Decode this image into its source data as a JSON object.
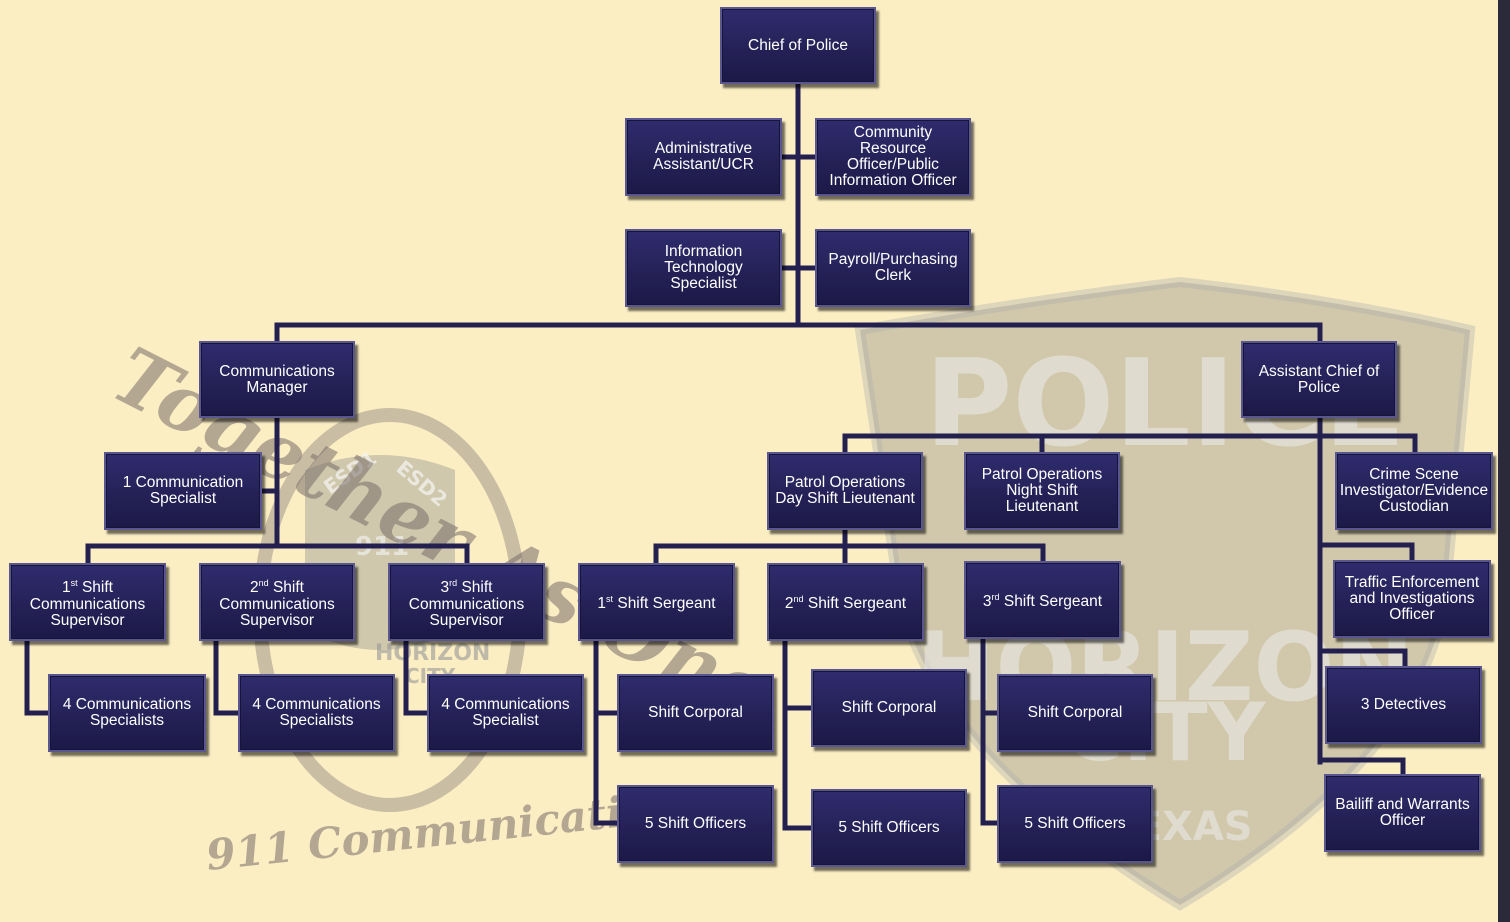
{
  "org_chart": {
    "nodes": {
      "chief": "Chief of Police",
      "admin_assistant": "Administrative\nAssistant/UCR",
      "community_resource": "Community Resource\nOfficer/Public\nInformation Officer",
      "it_specialist": "Information\nTechnology\nSpecialist",
      "payroll": "Payroll/Purchasing\nClerk",
      "comm_manager": "Communications\nManager",
      "asst_chief": "Assistant Chief of\nPolice",
      "comm_specialist": "1 Communication\nSpecialist",
      "shift1_sup": "1st Shift\nCommunications\nSupervisor",
      "shift2_sup": "2nd Shift\nCommunications\nSupervisor",
      "shift3_sup": "3rd Shift\nCommunications\nSupervisor",
      "shift1_specs": "4 Communications\nSpecialists",
      "shift2_specs": "4 Communications\nSpecialists",
      "shift3_specs": "4 Communications\nSpecialist",
      "patrol_day": "Patrol Operations\nDay Shift Lieutenant",
      "patrol_night": "Patrol Operations\nNight Shift Lieutenant",
      "crime_scene": "Crime Scene\nInvestigator/Evidence\nCustodian",
      "traffic": "Traffic Enforcement\nand Investigations\nOfficer",
      "detectives": "3 Detectives",
      "bailiff": "Bailiff and Warrants\nOfficer",
      "sgt1": "1st Shift Sergeant",
      "sgt2": "2nd Shift Sergeant",
      "sgt3": "3rd Shift Sergeant",
      "corporal1": "Shift Corporal",
      "corporal2": "Shift Corporal",
      "corporal3": "Shift Corporal",
      "officers1": "5 Shift Officers",
      "officers2": "5 Shift Officers",
      "officers3": "5 Shift Officers"
    },
    "edges": [
      [
        "chief",
        "admin_assistant"
      ],
      [
        "chief",
        "community_resource"
      ],
      [
        "chief",
        "it_specialist"
      ],
      [
        "chief",
        "payroll"
      ],
      [
        "chief",
        "comm_manager"
      ],
      [
        "chief",
        "asst_chief"
      ],
      [
        "comm_manager",
        "comm_specialist"
      ],
      [
        "comm_manager",
        "shift1_sup"
      ],
      [
        "comm_manager",
        "shift2_sup"
      ],
      [
        "comm_manager",
        "shift3_sup"
      ],
      [
        "shift1_sup",
        "shift1_specs"
      ],
      [
        "shift2_sup",
        "shift2_specs"
      ],
      [
        "shift3_sup",
        "shift3_specs"
      ],
      [
        "asst_chief",
        "patrol_day"
      ],
      [
        "asst_chief",
        "patrol_night"
      ],
      [
        "asst_chief",
        "crime_scene"
      ],
      [
        "asst_chief",
        "traffic"
      ],
      [
        "asst_chief",
        "detectives"
      ],
      [
        "asst_chief",
        "bailiff"
      ],
      [
        "patrol_day",
        "sgt1"
      ],
      [
        "patrol_day",
        "sgt2"
      ],
      [
        "patrol_day",
        "sgt3"
      ],
      [
        "sgt1",
        "corporal1"
      ],
      [
        "sgt1",
        "officers1"
      ],
      [
        "sgt2",
        "corporal2"
      ],
      [
        "sgt2",
        "officers2"
      ],
      [
        "sgt3",
        "corporal3"
      ],
      [
        "sgt3",
        "officers3"
      ]
    ]
  },
  "watermarks": {
    "motto": "Together As One",
    "caption": "911 Communications",
    "seal_texts": [
      "ESD1",
      "ESD2",
      "911",
      "HORIZON",
      "CITY"
    ],
    "badge_texts": [
      "POLICE",
      "HORIZON",
      "CITY",
      "TEXAS"
    ]
  },
  "colors": {
    "background": "#fbeec3",
    "box_fill": "#252157",
    "box_border": "#5a5790",
    "connector": "#23204f"
  }
}
